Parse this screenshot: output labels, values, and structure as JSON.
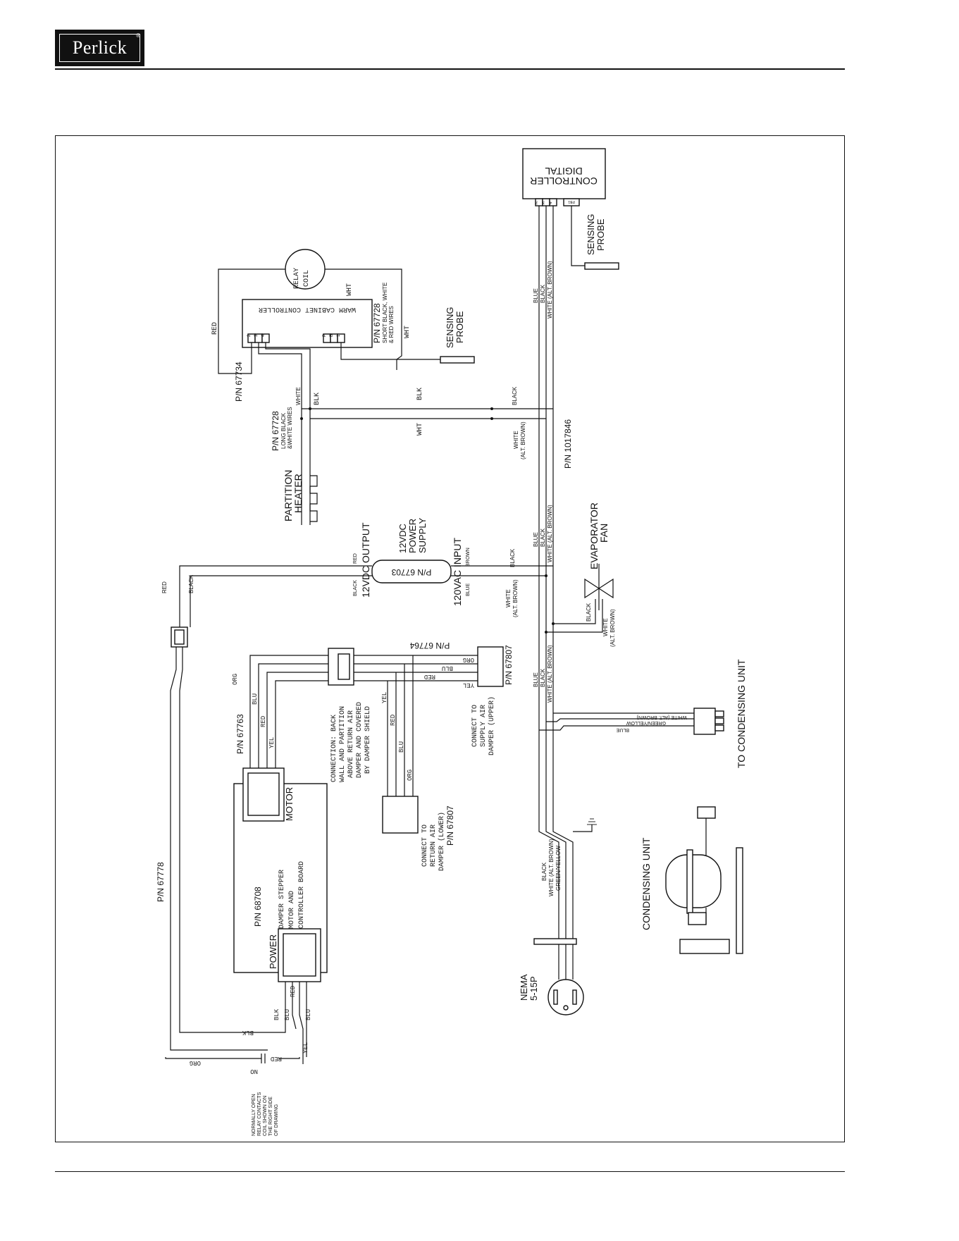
{
  "logo": {
    "text": "Perlick",
    "mark": "®"
  },
  "digital_controller": {
    "label_1": "DIGITAL",
    "label_2": "CONTROLLER",
    "pins": [
      "2",
      "3",
      "4",
      "PB1"
    ]
  },
  "sensing_probe_1": {
    "label_1": "SENSING",
    "label_2": "PROBE"
  },
  "sensing_probe_2": {
    "label_1": "SENSING",
    "label_2": "PROBE"
  },
  "warm_cabinet": {
    "label": "WARM CABINET CONTROLLER",
    "pins": [
      "2",
      "3",
      "4",
      "P",
      "B",
      "1"
    ]
  },
  "relay_coil": {
    "label_1": "RELAY",
    "label_2": "COIL"
  },
  "labels": {
    "red_top": "RED",
    "wht_top": "WHT",
    "wht_mid": "WHT",
    "pn_67728_short": "P/N 67728",
    "short_wires_1": "SHORT BLACK, WHITE",
    "short_wires_2": "& RED WIRES",
    "pn_67734": "P/N 67734",
    "white_a": "WHITE",
    "blk_a": "BLK",
    "pn_67728_long": "P/N 67728",
    "long_wires_1": "LONG BLACK",
    "long_wires_2": "&WHITE WIRES",
    "partition_1": "PARTITION",
    "partition_2": "HEATER",
    "blk_mid": "BLK",
    "wht_mid2": "WHT",
    "black_1": "BLACK",
    "white_1": "WHITE",
    "alt_brown_1": "(ALT. BROWN)",
    "pn_1017846": "P/N 1017846",
    "bundle_top_blue": "BLUE",
    "bundle_top_black": "BLACK",
    "bundle_top_white": "WHITE (ALT. BROWN)",
    "bundle_mid_blue": "BLUE",
    "bundle_mid_black": "BLACK",
    "bundle_mid_white": "WHITE (ALT. BROWN)",
    "bundle_low_blue": "BLUE",
    "bundle_low_black": "BLACK",
    "bundle_low_white": "WHITE (ALT. BROWN)",
    "evap_1": "EVAPORATOR",
    "evap_2": "FAN",
    "evap_black": "BLACK",
    "evap_white": "WHITE",
    "evap_alt": "(ALT. BROWN)",
    "ps_1": "12VDC",
    "ps_2": "POWER",
    "ps_3": "SUPPLY",
    "ps_pn": "P/N 67703",
    "ps_output": "12VDC OUTPUT",
    "ps_input": "120VAC INPUT",
    "ps_red": "RED",
    "ps_black_out": "BLACK",
    "ps_blue": "BLUE",
    "ps_brown": "BROWN",
    "ps_black_in": "BLACK",
    "ps_white_in": "WHITE",
    "ps_alt_in": "(ALT. BROWN)",
    "red_left": "RED",
    "black_left": "BLACK",
    "pn_67764": "P/N 67764",
    "pn_67807_upper": "P/N 67807",
    "orc": "ORG",
    "blu_u": "BLU",
    "red_u": "RED",
    "yel_u": "YEL",
    "connect_upper_1": "CONNECT TO",
    "connect_upper_2": "SUPPLY AIR",
    "connect_upper_3": "DAMPER (UPPER)",
    "connect_back_1": "CONNECTION: BACK",
    "connect_back_2": "WALL AND PARTITION",
    "connect_back_3": "ABOVE RETURN AIR",
    "connect_back_4": "DAMPER AND COVERED",
    "connect_back_5": "BY DAMPER SHIELD",
    "yel_l": "YEL",
    "red_l": "RED",
    "blu_l": "BLU",
    "org_l": "ORG",
    "connect_lower_1": "CONNECT TO",
    "connect_lower_2": "RETURN AIR",
    "connect_lower_3": "DAMPER (LOWER)",
    "pn_67807_lower": "P/N 67807",
    "pn_67763": "P/N 67763",
    "org_m": "ORG",
    "blu_m": "BLU",
    "red_m": "RED",
    "yel_m": "YEL",
    "motor": "MOTOR",
    "damper_board_1": "DAMPER STEPPER",
    "damper_board_2": "MOTOR AND",
    "damper_board_3": "CONTROLLER BOARD",
    "pn_68708": "P/N 68708",
    "power": "POWER",
    "pn_67778": "P/N 67778",
    "blk_p": "BLK",
    "blu_p": "BLU",
    "red_p": "RED",
    "blu_p2": "BLU",
    "blk_bottom": "BLK",
    "org_bottom": "ORG",
    "red_bottom": "RED",
    "yel_bottom": "YEL",
    "no": "NO",
    "relay_note_1": "NORMALLY OPEN",
    "relay_note_2": "RELAY CONTACTS",
    "relay_note_3": "COIL SHOWN ON",
    "relay_note_4": "THE RIGHT SIDE",
    "relay_note_5": "OF DRAWING",
    "cu_white": "WHITE (ALT. BROWN)",
    "cu_green": "GREEN/YELLOW",
    "cu_blue": "BLUE",
    "to_condensing": "TO CONDENSING UNIT",
    "condensing_unit": "CONDENSING UNIT",
    "plug_black": "BLACK",
    "plug_white": "WHITE (ALT. BROWN)",
    "plug_green": "GREEN/YELLOW",
    "nema_1": "NEMA",
    "nema_2": "5-15P"
  }
}
